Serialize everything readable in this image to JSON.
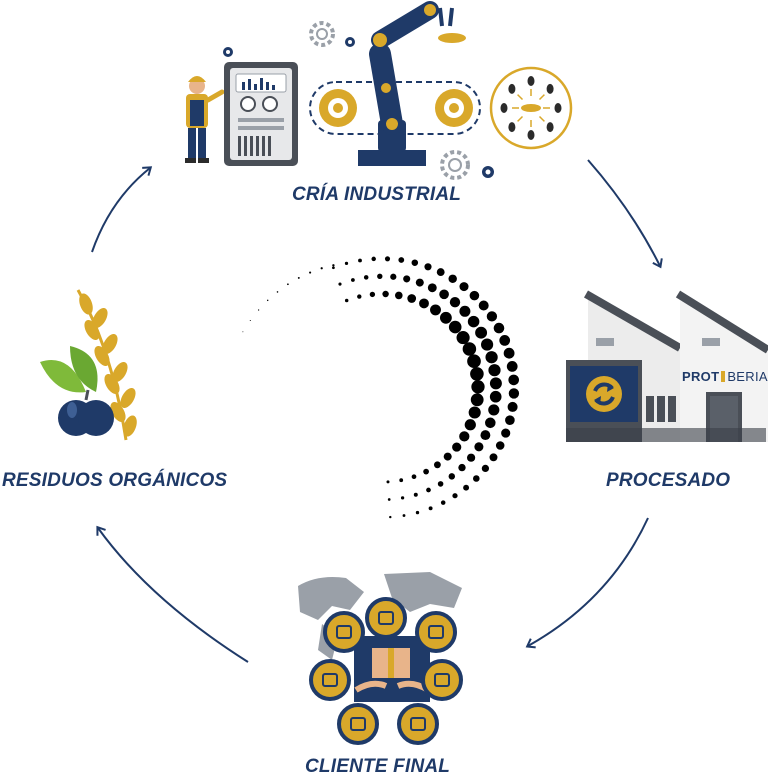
{
  "stages": {
    "cria": "CRÍA INDUSTRIAL",
    "procesado": "PROCESADO",
    "cliente": "CLIENTE FINAL",
    "residuos": "RESIDUOS ORGÁNICOS"
  },
  "brand": {
    "prot": "PROT",
    "iberia": "BERIA"
  },
  "colors": {
    "navy": "#1f3a68",
    "gold": "#d9a82a",
    "grey": "#9aa0a8",
    "black": "#000000"
  },
  "icons": [
    "worker-icon",
    "control-panel-icon",
    "robot-arm-icon",
    "conveyor-belt-icon",
    "gear-icon",
    "insect-lifecycle-icon",
    "factory-icon",
    "recycle-icon",
    "world-map-icon",
    "delivery-box-icon",
    "client-sector-icon",
    "wheat-icon",
    "leaf-icon",
    "apple-icon",
    "dotted-spiral-icon",
    "cycle-arrow-icon"
  ]
}
